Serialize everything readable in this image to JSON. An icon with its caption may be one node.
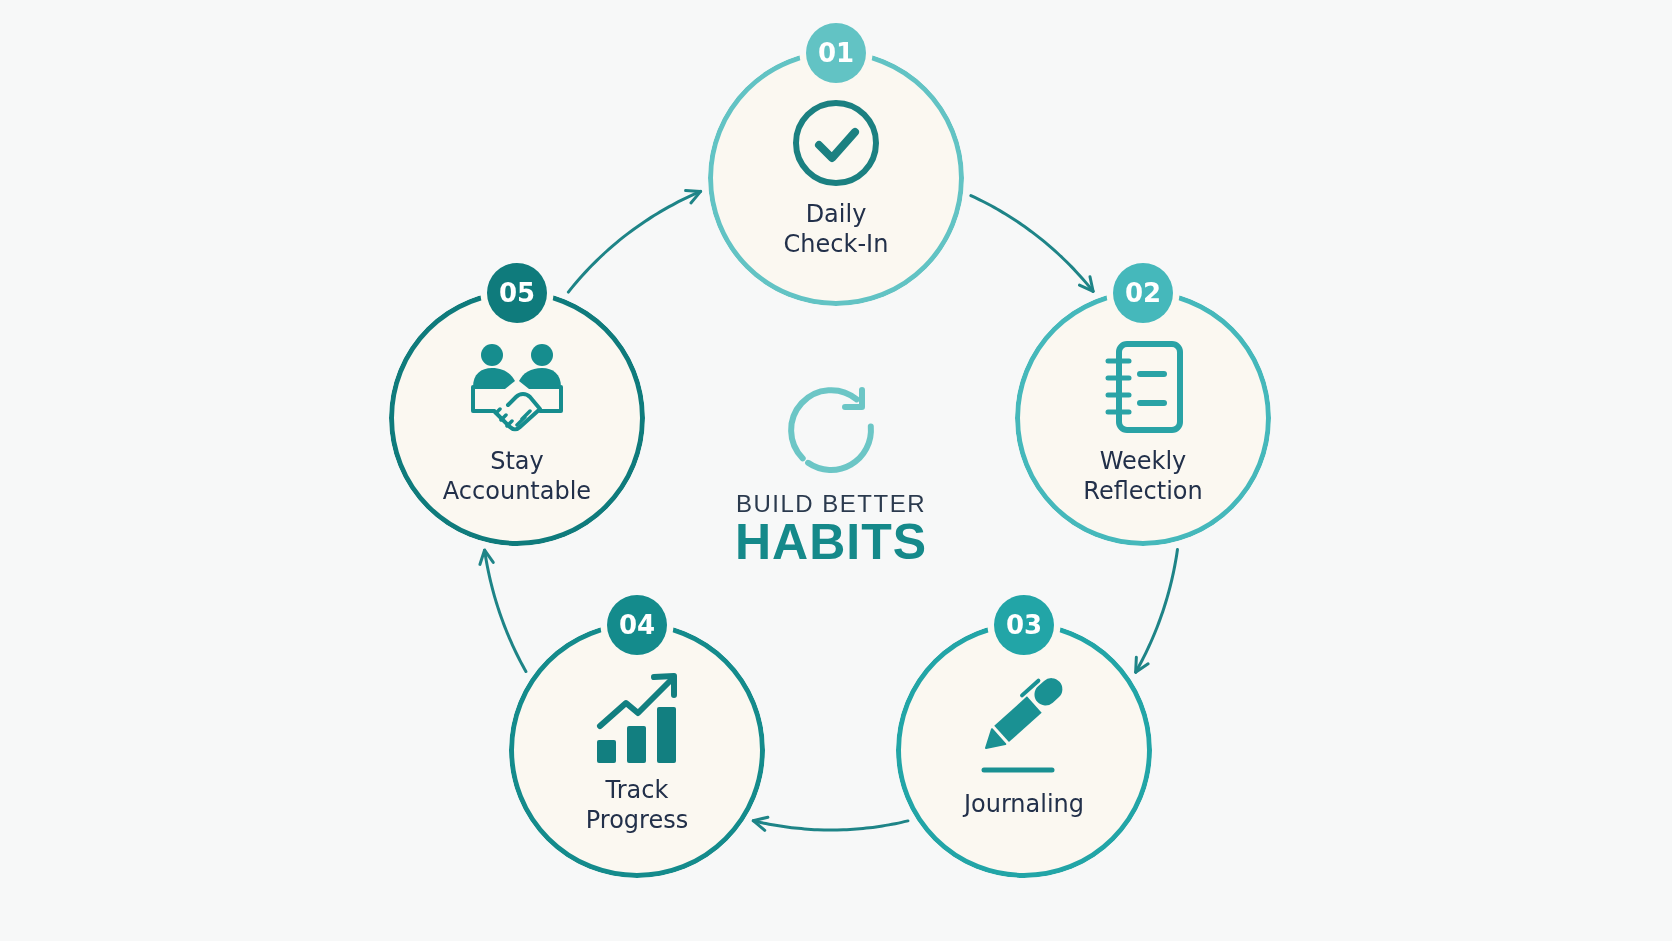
{
  "diagram": {
    "nodes": [
      {
        "text": [
          "01",
          "Daily Check-In"
        ]
      },
      {
        "text": [
          "02",
          "Weekly Reflection"
        ]
      },
      {
        "text": [
          "03",
          "Journaling"
        ]
      },
      {
        "text": [
          "04",
          "Track Progress"
        ]
      },
      {
        "text": [
          "05",
          "Stay Accountable"
        ]
      }
    ],
    "edges": [
      {
        "from": 0,
        "to": 1,
        "arrow": "to"
      },
      {
        "from": 1,
        "to": 2,
        "arrow": "to"
      },
      {
        "from": 2,
        "to": 3,
        "arrow": "to"
      },
      {
        "from": 3,
        "to": 4,
        "arrow": "to"
      },
      {
        "from": 4,
        "to": 0,
        "arrow": "to"
      }
    ],
    "labels": [
      "BUILD BETTER",
      "HABITS"
    ]
  }
}
